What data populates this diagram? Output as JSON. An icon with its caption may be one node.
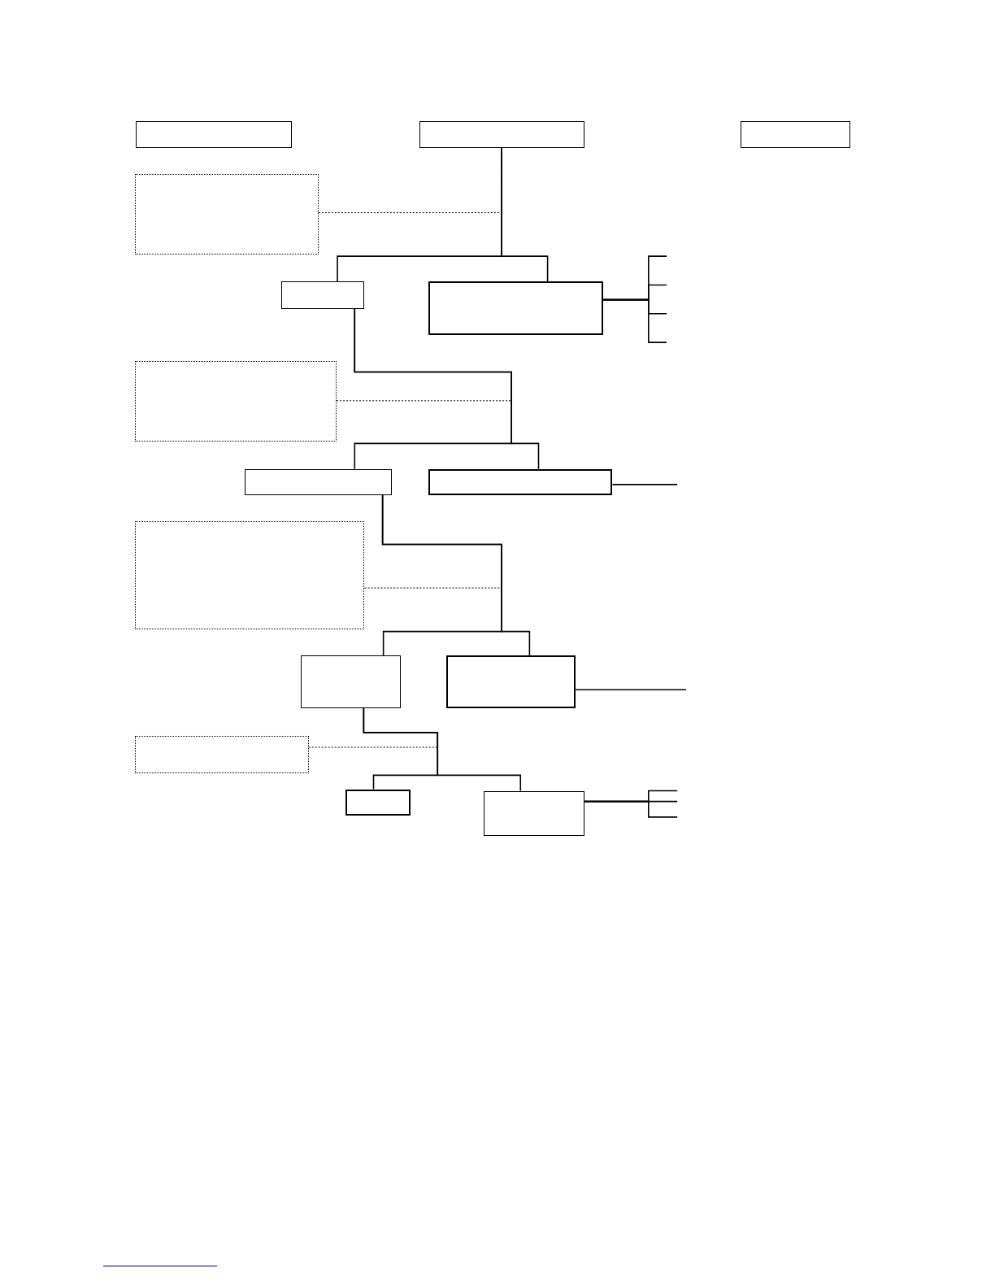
{
  "diagram": {
    "nodes": [
      {
        "text": [],
        "shape": "box"
      },
      {
        "text": [],
        "shape": "box"
      },
      {
        "text": [],
        "shape": "box"
      },
      {
        "text": [],
        "shape": "box"
      },
      {
        "text": [],
        "shape": "box"
      },
      {
        "text": [],
        "shape": "box"
      },
      {
        "text": [],
        "shape": "box"
      },
      {
        "text": [],
        "shape": "box"
      },
      {
        "text": [],
        "shape": "box"
      },
      {
        "text": [],
        "shape": "box"
      },
      {
        "text": [],
        "shape": "box"
      },
      {
        "text": [],
        "shape": "box"
      },
      {
        "text": [],
        "shape": "box"
      },
      {
        "text": [],
        "shape": "box"
      },
      {
        "text": [],
        "shape": "box"
      }
    ],
    "edges": [
      {
        "from": 1,
        "to": 4,
        "arrow": "none"
      },
      {
        "from": 1,
        "to": 5,
        "arrow": "none"
      },
      {
        "from": 3,
        "to": 1,
        "arrow": "none",
        "style": "dashed"
      },
      {
        "from": 5,
        "to": null,
        "arrow": "none"
      },
      {
        "from": 5,
        "to": null,
        "arrow": "none"
      },
      {
        "from": 5,
        "to": null,
        "arrow": "none"
      },
      {
        "from": 5,
        "to": null,
        "arrow": "none"
      },
      {
        "from": 4,
        "to": 7,
        "arrow": "none"
      },
      {
        "from": 4,
        "to": 8,
        "arrow": "none"
      },
      {
        "from": 6,
        "to": 4,
        "arrow": "none",
        "style": "dashed"
      },
      {
        "from": 8,
        "to": null,
        "arrow": "none"
      },
      {
        "from": 7,
        "to": 10,
        "arrow": "none"
      },
      {
        "from": 7,
        "to": 11,
        "arrow": "none"
      },
      {
        "from": 9,
        "to": 7,
        "arrow": "none",
        "style": "dashed"
      },
      {
        "from": 11,
        "to": null,
        "arrow": "none"
      },
      {
        "from": 10,
        "to": 13,
        "arrow": "none"
      },
      {
        "from": 10,
        "to": 14,
        "arrow": "none"
      },
      {
        "from": 12,
        "to": 10,
        "arrow": "none",
        "style": "dashed"
      },
      {
        "from": 14,
        "to": null,
        "arrow": "none"
      },
      {
        "from": 14,
        "to": null,
        "arrow": "none"
      },
      {
        "from": 14,
        "to": null,
        "arrow": "none"
      }
    ]
  }
}
